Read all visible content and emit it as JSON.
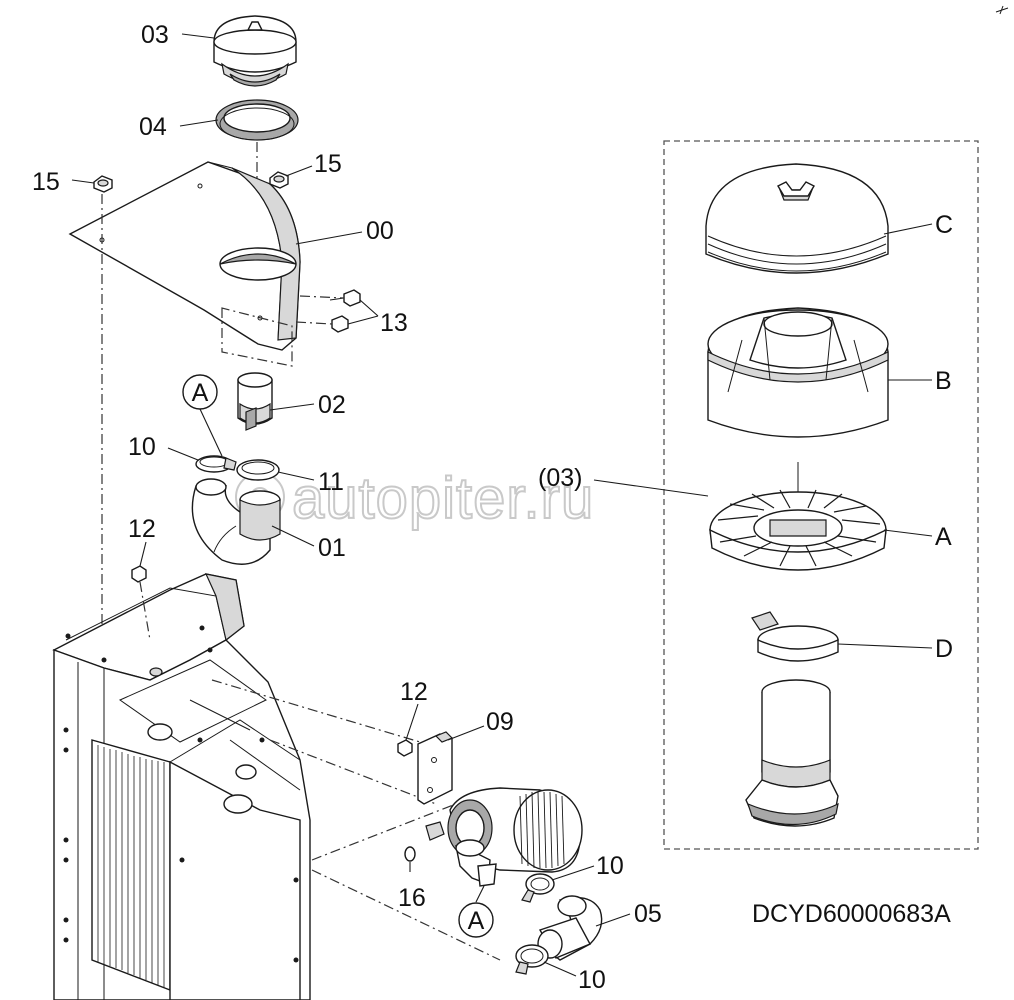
{
  "drawing_code": "DCYD60000683A",
  "watermark": "autopiter.ru",
  "labels": {
    "p03_top": "03",
    "p04": "04",
    "p15_left": "15",
    "p15_right": "15",
    "p00": "00",
    "p13": "13",
    "p02": "02",
    "pA_upper": "A",
    "p10_upper": "10",
    "p11": "11",
    "p01": "01",
    "p12_upper": "12",
    "p12_lower": "12",
    "p09": "09",
    "p10_mid": "10",
    "p16": "16",
    "pA_lower": "A",
    "p05": "05",
    "p10_bottom": "10",
    "detail_ref": "(03)",
    "detail_C": "C",
    "detail_B": "B",
    "detail_A": "A",
    "detail_D": "D"
  },
  "colors": {
    "line": "#1a1a1a",
    "shade_light": "#d8d8d8",
    "shade_mid": "#a8a8a8",
    "watermark": "#c9c9c9"
  }
}
